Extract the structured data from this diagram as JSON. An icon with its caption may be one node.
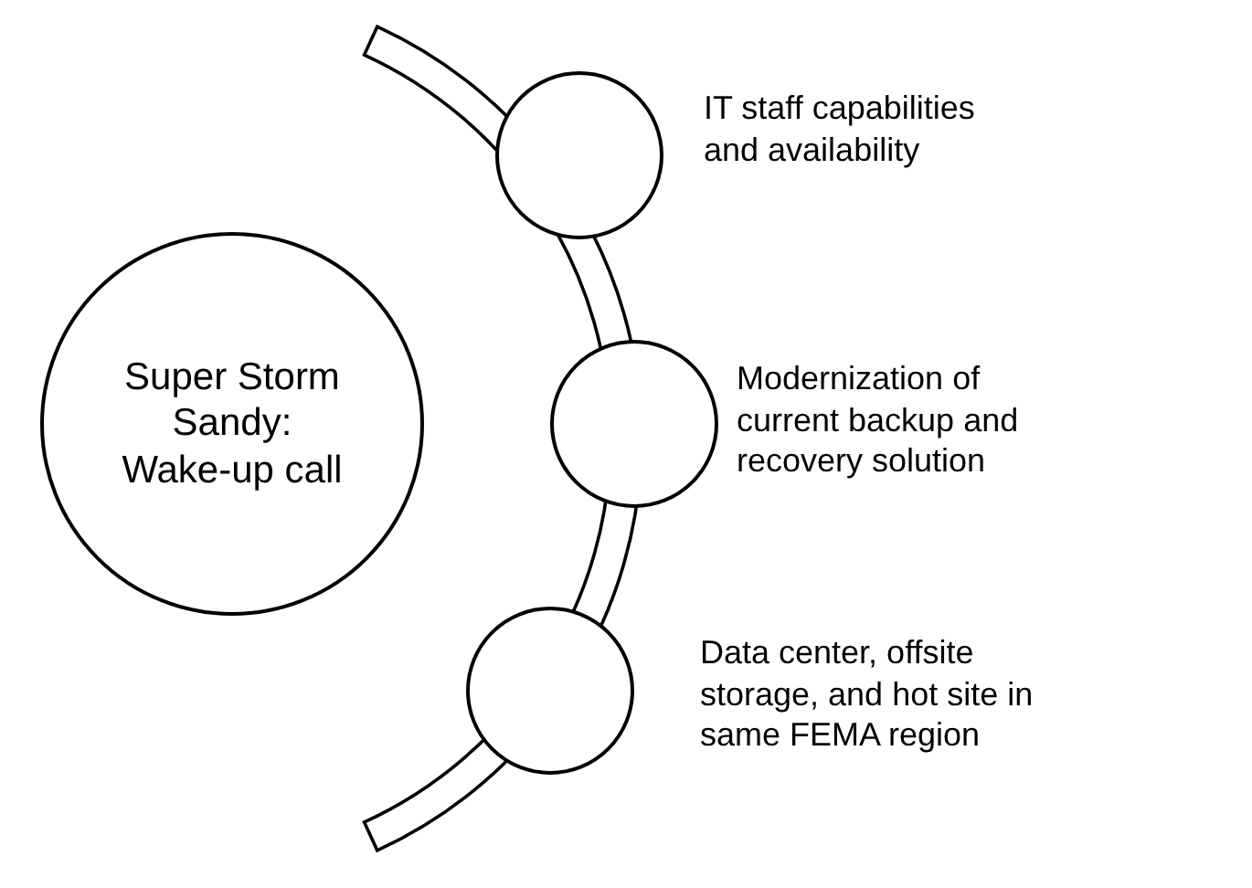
{
  "diagram": {
    "nodes": [
      {
        "text": [
          "Super Storm Sandy: Wake-up call"
        ]
      },
      {
        "text": [],
        "shape": "circle",
        "beside": [
          "IT staff capabilities and availability"
        ]
      },
      {
        "text": [],
        "shape": "circle",
        "beside": [
          "Modernization of current backup and recovery solution"
        ]
      },
      {
        "text": [],
        "shape": "circle",
        "beside": [
          "Data center, offsite storage, and hot site in same FEMA region"
        ]
      }
    ]
  }
}
